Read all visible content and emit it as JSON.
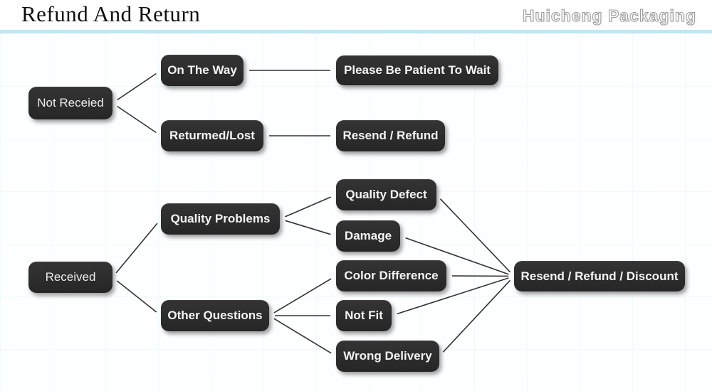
{
  "header": {
    "title": "Refund And Return",
    "brand": "Huicheng Packaging"
  },
  "colors": {
    "node_bg": "#2b2b2b",
    "node_text": "#f4f4f4",
    "header_divider": "#c3e4f5",
    "edge_line": "#333333",
    "background": "#fdfeff"
  },
  "flowchart": {
    "nodes": {
      "not_received": {
        "label": "Not Receied"
      },
      "on_the_way": {
        "label": "On The Way"
      },
      "please_wait": {
        "label": "Please Be Patient To Wait"
      },
      "returned_lost": {
        "label": "Returmed/Lost"
      },
      "resend_refund": {
        "label": "Resend / Refund"
      },
      "quality_problems": {
        "label": "Quality Problems"
      },
      "quality_defect": {
        "label": "Quality Defect"
      },
      "damage": {
        "label": "Damage"
      },
      "received": {
        "label": "Received"
      },
      "other_questions": {
        "label": "Other Questions"
      },
      "color_difference": {
        "label": "Color Difference"
      },
      "not_fit": {
        "label": "Not Fit"
      },
      "wrong_delivery": {
        "label": "Wrong Delivery"
      },
      "resend_refund_discount": {
        "label": "Resend / Refund / Discount"
      }
    },
    "edges": [
      {
        "from": "not_received",
        "to": "on_the_way"
      },
      {
        "from": "not_received",
        "to": "returned_lost"
      },
      {
        "from": "on_the_way",
        "to": "please_wait"
      },
      {
        "from": "returned_lost",
        "to": "resend_refund"
      },
      {
        "from": "received",
        "to": "quality_problems"
      },
      {
        "from": "received",
        "to": "other_questions"
      },
      {
        "from": "quality_problems",
        "to": "quality_defect"
      },
      {
        "from": "quality_problems",
        "to": "damage"
      },
      {
        "from": "other_questions",
        "to": "color_difference"
      },
      {
        "from": "other_questions",
        "to": "not_fit"
      },
      {
        "from": "other_questions",
        "to": "wrong_delivery"
      },
      {
        "from": "quality_defect",
        "to": "resend_refund_discount"
      },
      {
        "from": "damage",
        "to": "resend_refund_discount"
      },
      {
        "from": "color_difference",
        "to": "resend_refund_discount"
      },
      {
        "from": "not_fit",
        "to": "resend_refund_discount"
      },
      {
        "from": "wrong_delivery",
        "to": "resend_refund_discount"
      }
    ]
  }
}
